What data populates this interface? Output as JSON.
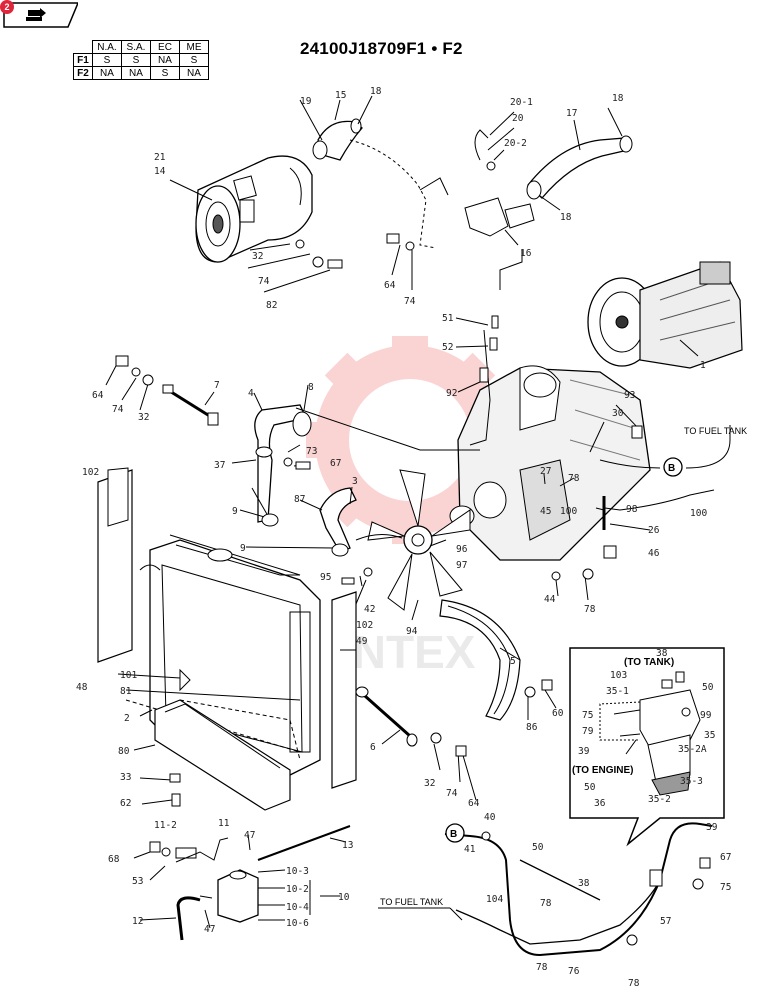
{
  "header": {
    "title": "24100J18709F1 • F2",
    "page_badge": "2"
  },
  "model_table": {
    "columns": [
      "N.A.",
      "S.A.",
      "EC",
      "ME"
    ],
    "rows": [
      {
        "label": "F1",
        "cells": [
          "S",
          "S",
          "NA",
          "S"
        ]
      },
      {
        "label": "F2",
        "cells": [
          "NA",
          "NA",
          "S",
          "NA"
        ]
      }
    ]
  },
  "diagram": {
    "watermark": "INTEX",
    "text_labels": {
      "to_fuel_tank_right": "TO FUEL TANK",
      "to_fuel_tank_bottom": "TO FUEL TANK",
      "to_tank": "(TO TANK)",
      "to_engine": "(TO ENGINE)"
    },
    "connectors": {
      "b1": "B",
      "b2": "B"
    },
    "callouts": {
      "c1": "19",
      "c2": "15",
      "c3": "18",
      "c4": "20-1",
      "c5": "20",
      "c6": "20-2",
      "c7": "17",
      "c8": "18",
      "c9": "21",
      "c10": "14",
      "c11": "32",
      "c12": "74",
      "c13": "82",
      "c14": "16",
      "c15": "18",
      "c16": "64",
      "c17": "74",
      "c18": "51",
      "c19": "52",
      "c20": "92",
      "c21": "1",
      "c22": "93",
      "c23": "64",
      "c24": "74",
      "c25": "32",
      "c26": "7",
      "c27": "4",
      "c28": "8",
      "c29": "73",
      "c30": "37",
      "c31": "67",
      "c32": "30",
      "c33": "27",
      "c34": "78",
      "c35": "45",
      "c36": "100",
      "c37": "98",
      "c38": "100",
      "c39": "102",
      "c40": "9",
      "c41": "87",
      "c42": "3",
      "c43": "9",
      "c44": "26",
      "c45": "46",
      "c46": "96",
      "c47": "97",
      "c48": "95",
      "c49": "42",
      "c50": "94",
      "c51": "44",
      "c52": "78",
      "c53": "102",
      "c54": "49",
      "c55": "5",
      "c56": "86",
      "c57": "60",
      "c58": "48",
      "c59": "101",
      "c60": "81",
      "c61": "2",
      "c62": "80",
      "c63": "33",
      "c64": "62",
      "c65": "6",
      "c66": "32",
      "c67": "74",
      "c68": "64",
      "c69": "38",
      "c70": "103",
      "c71": "50",
      "c72": "35-1",
      "c73": "75",
      "c74": "79",
      "c75": "99",
      "c76": "35",
      "c77": "39",
      "c78": "35-2A",
      "c79": "50",
      "c80": "35-3",
      "c81": "36",
      "c82": "35-2",
      "c83": "11-2",
      "c84": "11",
      "c85": "47",
      "c86": "13",
      "c87": "68",
      "c88": "53",
      "c89": "10-3",
      "c90": "10-2",
      "c91": "10",
      "c92": "10-4",
      "c93": "10-6",
      "c94": "12",
      "c95": "47",
      "c96": "40",
      "c97": "41",
      "c98": "50",
      "c99": "39",
      "c100": "67",
      "c101": "75",
      "c102": "38",
      "c103": "104",
      "c104": "78",
      "c105": "57",
      "c106": "78",
      "c107": "76",
      "c108": "78"
    }
  }
}
